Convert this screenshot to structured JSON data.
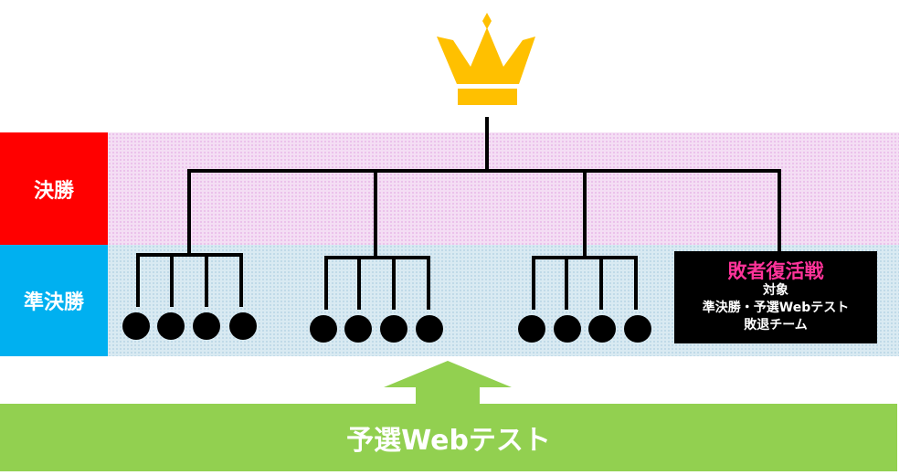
{
  "labels": {
    "final": "決勝",
    "semifinal": "準決勝"
  },
  "loser_box": {
    "title": "敗者復活戦",
    "line1": "対象",
    "line2": "準決勝・予選Webテスト",
    "line3": "敗退チーム"
  },
  "prelim_bar": {
    "label": "予選Webテスト"
  },
  "colors": {
    "crown": "#ffc000",
    "final_label": "#ff0000",
    "semifinal_label": "#00b0f0",
    "prelim_bar": "#92d050",
    "loser_title": "#ff3399"
  }
}
